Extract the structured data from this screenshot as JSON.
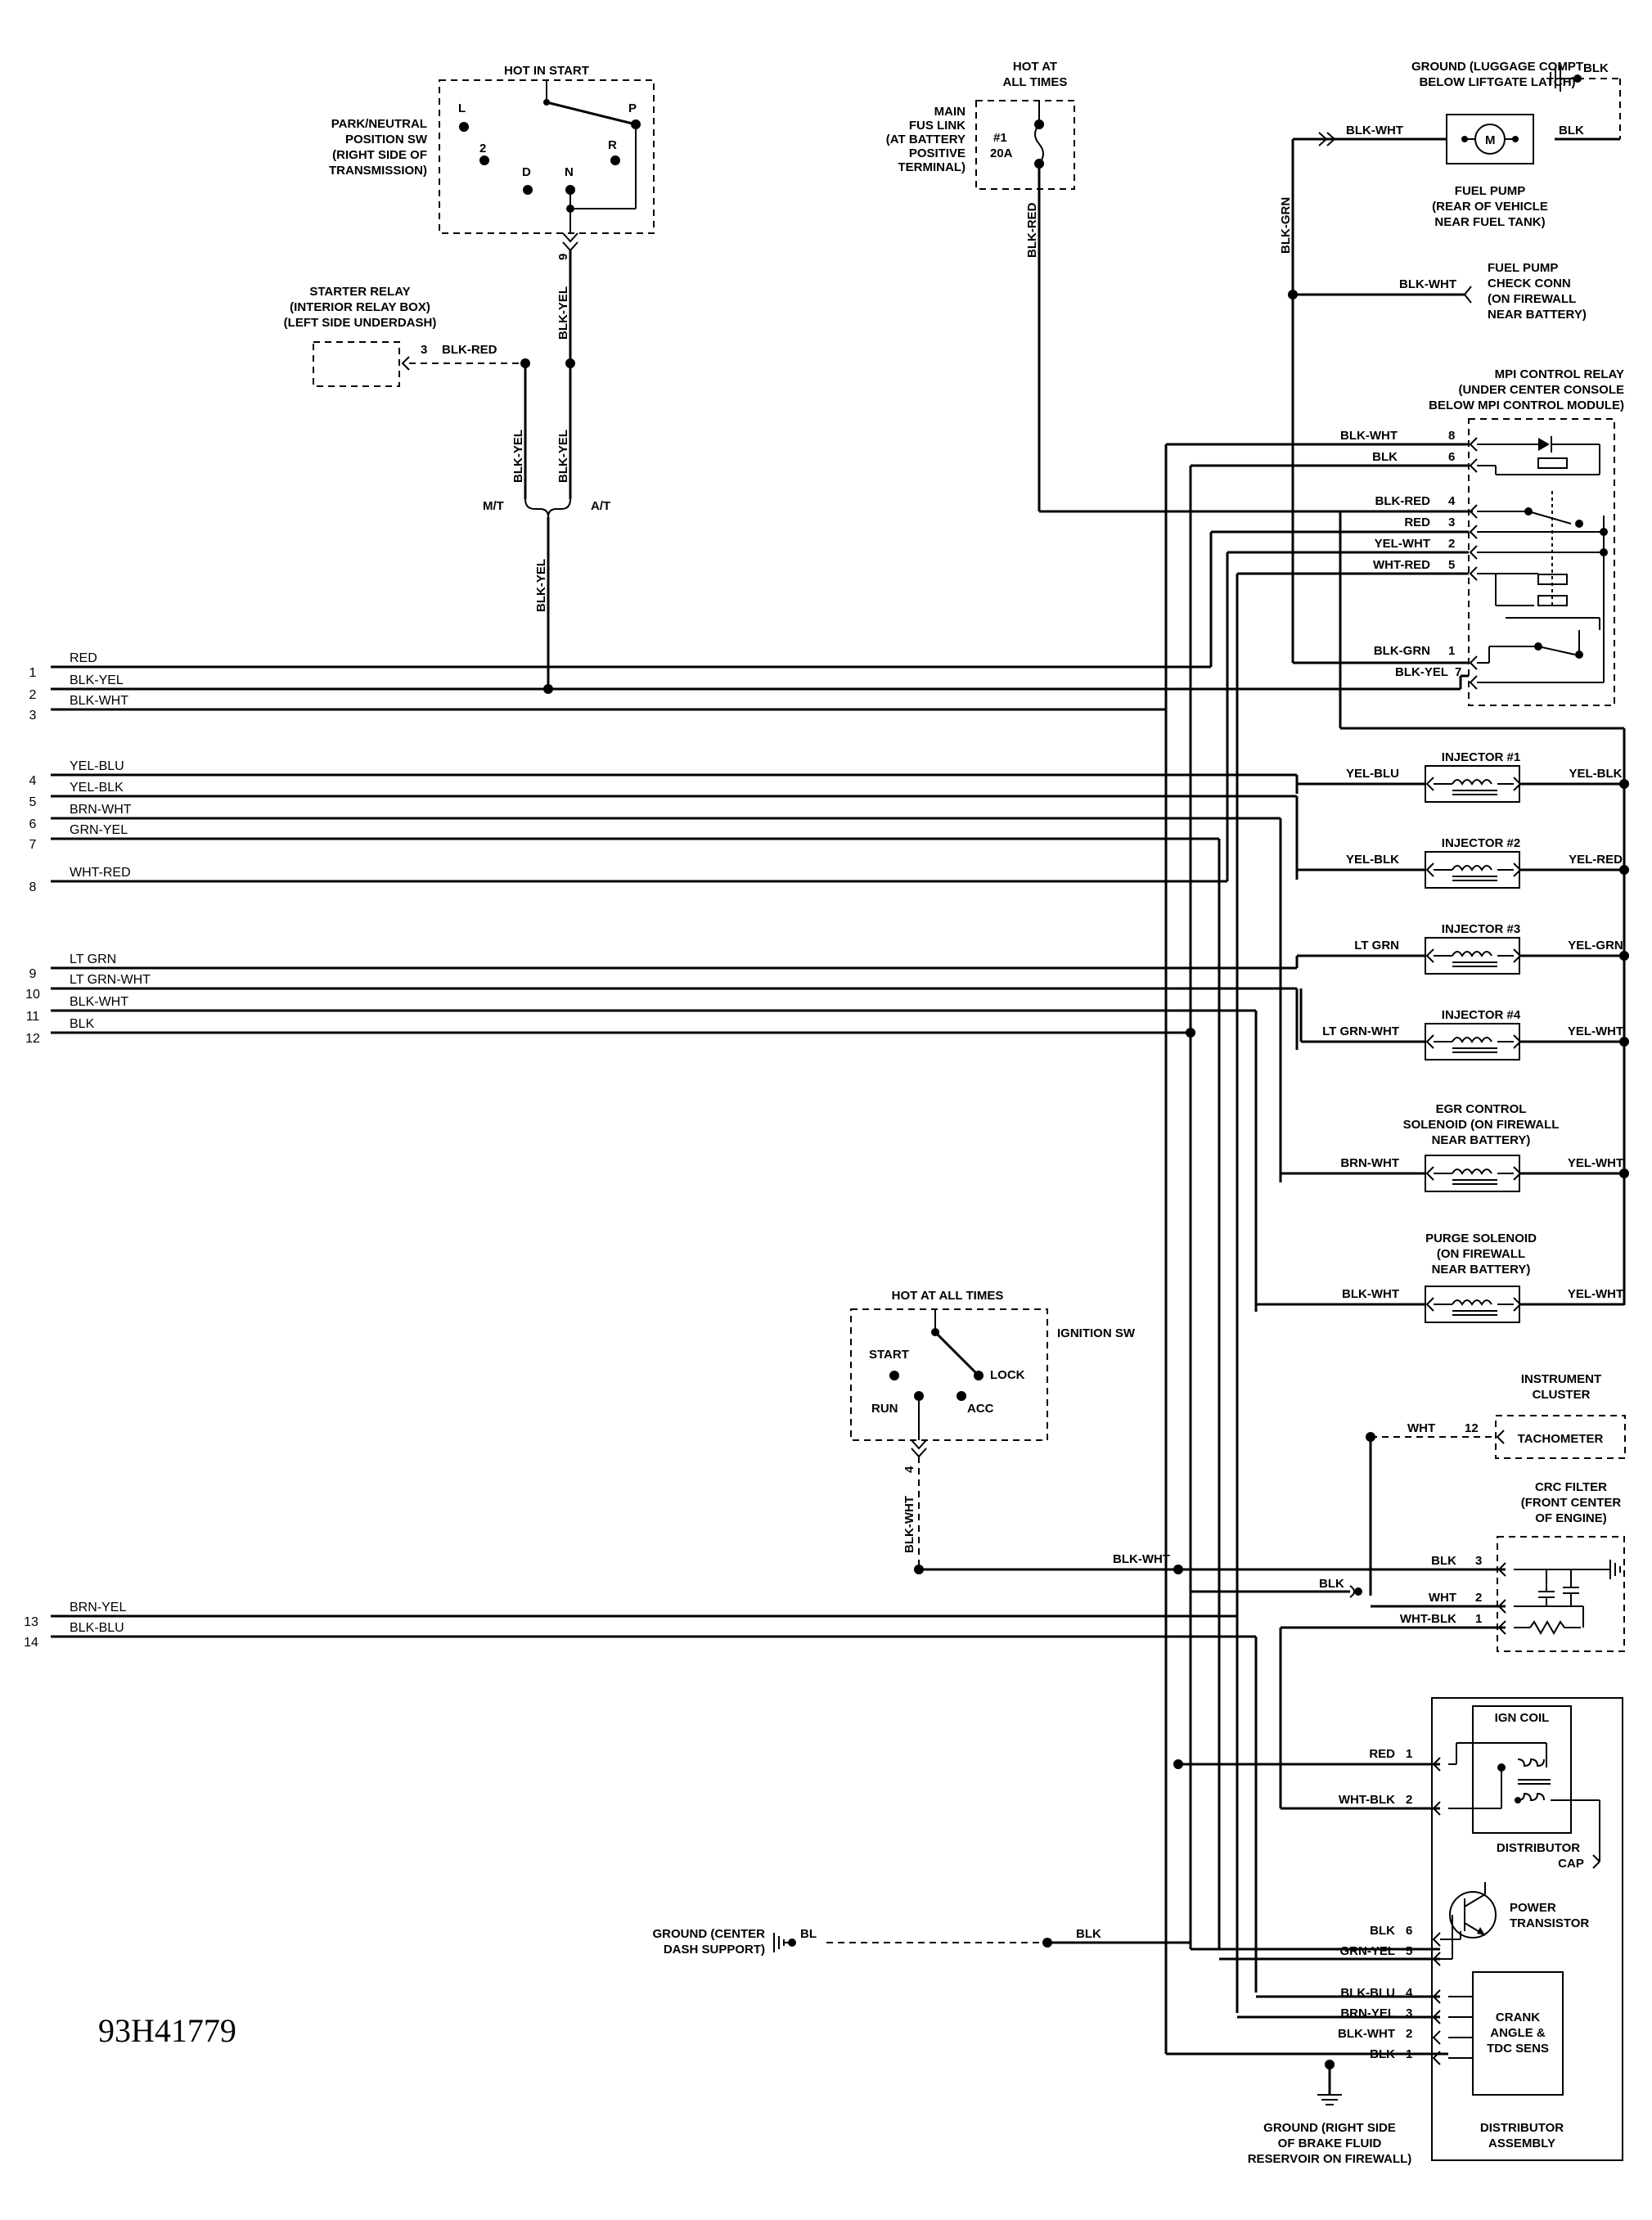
{
  "park_neutral": {
    "hot": "HOT IN START",
    "l1": "PARK/NEUTRAL",
    "l2": "POSITION SW",
    "l3": "(RIGHT SIDE OF",
    "l4": "TRANSMISSION)",
    "L": "L",
    "P": "P",
    "two": "2",
    "R": "R",
    "D": "D",
    "N": "N",
    "pin": "9",
    "wire": "BLK-YEL"
  },
  "starter_relay": {
    "l1": "STARTER RELAY",
    "l2": "(INTERIOR RELAY BOX)",
    "l3": "(LEFT SIDE UNDERDASH)",
    "pin": "3",
    "wire": "BLK-RED"
  },
  "trans": {
    "mt_wire": "BLK-YEL",
    "at_wire": "BLK-YEL",
    "mt": "M/T",
    "at": "A/T",
    "joined": "BLK-YEL"
  },
  "fuse": {
    "hot1": "HOT AT",
    "hot2": "ALL TIMES",
    "l1": "MAIN",
    "l2": "FUS LINK",
    "l3": "(AT BATTERY",
    "l4": "POSITIVE",
    "l5": "TERMINAL)",
    "num": "#1",
    "amp": "20A",
    "wire": "BLK-RED"
  },
  "fuel_pump": {
    "gnd1": "GROUND (LUGGAGE COMPT",
    "gnd2": "BELOW LIFTGATE LATCH)",
    "gnd_wire": "BLK",
    "in_wire": "BLK-WHT",
    "out_wire": "BLK",
    "motor": "M",
    "l1": "FUEL PUMP",
    "l2": "(REAR OF VEHICLE",
    "l3": "NEAR FUEL TANK)",
    "feed_wire": "BLK-GRN"
  },
  "check_conn": {
    "wire": "BLK-WHT",
    "l1": "FUEL PUMP",
    "l2": "CHECK CONN",
    "l3": "(ON FIREWALL",
    "l4": "NEAR BATTERY)"
  },
  "mpi_relay": {
    "l1": "MPI CONTROL RELAY",
    "l2": "(UNDER CENTER CONSOLE",
    "l3": "BELOW MPI CONTROL MODULE)",
    "pins": [
      {
        "wire": "BLK-WHT",
        "pin": "8"
      },
      {
        "wire": "BLK",
        "pin": "6"
      },
      {
        "wire": "BLK-RED",
        "pin": "4"
      },
      {
        "wire": "RED",
        "pin": "3"
      },
      {
        "wire": "YEL-WHT",
        "pin": "2"
      },
      {
        "wire": "WHT-RED",
        "pin": "5"
      },
      {
        "wire": "BLK-GRN",
        "pin": "1"
      },
      {
        "wire": "BLK-YEL",
        "pin": "7"
      }
    ]
  },
  "ecm_wires": [
    {
      "num": "1",
      "label": "RED"
    },
    {
      "num": "2",
      "label": "BLK-YEL"
    },
    {
      "num": "3",
      "label": "BLK-WHT"
    },
    {
      "num": "4",
      "label": "YEL-BLU"
    },
    {
      "num": "5",
      "label": "YEL-BLK"
    },
    {
      "num": "6",
      "label": "BRN-WHT"
    },
    {
      "num": "7",
      "label": "GRN-YEL"
    },
    {
      "num": "8",
      "label": "WHT-RED"
    },
    {
      "num": "9",
      "label": "LT GRN"
    },
    {
      "num": "10",
      "label": "LT GRN-WHT"
    },
    {
      "num": "11",
      "label": "BLK-WHT"
    },
    {
      "num": "12",
      "label": "BLK"
    },
    {
      "num": "13",
      "label": "BRN-YEL"
    },
    {
      "num": "14",
      "label": "BLK-BLU"
    }
  ],
  "solenoids": [
    {
      "t1": "INJECTOR #1",
      "t2": "",
      "t3": "",
      "left": "YEL-BLU",
      "right": "YEL-BLK"
    },
    {
      "t1": "INJECTOR #2",
      "t2": "",
      "t3": "",
      "left": "YEL-BLK",
      "right": "YEL-RED"
    },
    {
      "t1": "INJECTOR #3",
      "t2": "",
      "t3": "",
      "left": "LT GRN",
      "right": "YEL-GRN"
    },
    {
      "t1": "INJECTOR #4",
      "t2": "",
      "t3": "",
      "left": "LT GRN-WHT",
      "right": "YEL-WHT"
    },
    {
      "t1": "EGR CONTROL",
      "t2": "SOLENOID (ON FIREWALL",
      "t3": "NEAR BATTERY)",
      "left": "BRN-WHT",
      "right": "YEL-WHT"
    },
    {
      "t1": "PURGE SOLENOID",
      "t2": "(ON FIREWALL",
      "t3": "NEAR BATTERY)",
      "left": "BLK-WHT",
      "right": "YEL-WHT"
    }
  ],
  "ignition": {
    "hot": "HOT AT ALL TIMES",
    "title": "IGNITION SW",
    "start": "START",
    "lock": "LOCK",
    "run": "RUN",
    "acc": "ACC",
    "pin": "4",
    "wire": "BLK-WHT",
    "out_wire": "BLK-WHT"
  },
  "cluster": {
    "l1": "INSTRUMENT",
    "l2": "CLUSTER",
    "box": "TACHOMETER",
    "wire": "WHT",
    "pin": "12"
  },
  "crc": {
    "l1": "CRC FILTER",
    "l2": "(FRONT CENTER",
    "l3": "OF ENGINE)",
    "pins": [
      {
        "wire": "BLK",
        "pin": "3"
      },
      {
        "wire": "WHT",
        "pin": "2"
      },
      {
        "wire": "WHT-BLK",
        "pin": "1"
      }
    ],
    "blk": "BLK"
  },
  "ign_coil": {
    "title": "IGN COIL",
    "pins": [
      {
        "wire": "RED",
        "pin": "1"
      },
      {
        "wire": "WHT-BLK",
        "pin": "2"
      }
    ],
    "cap1": "DISTRIBUTOR",
    "cap2": "CAP"
  },
  "transistor": {
    "l1": "POWER",
    "l2": "TRANSISTOR",
    "pins": [
      {
        "wire": "BLK",
        "pin": "6"
      },
      {
        "wire": "GRN-YEL",
        "pin": "5"
      }
    ]
  },
  "crank": {
    "l1": "CRANK",
    "l2": "ANGLE &",
    "l3": "TDC SENS",
    "pins": [
      {
        "wire": "BLK-BLU",
        "pin": "4"
      },
      {
        "wire": "BRN-YEL",
        "pin": "3"
      },
      {
        "wire": "BLK-WHT",
        "pin": "2"
      },
      {
        "wire": "BLK",
        "pin": "1"
      }
    ]
  },
  "dist": {
    "l1": "DISTRIBUTOR",
    "l2": "ASSEMBLY"
  },
  "ground_dash": {
    "l1": "GROUND (CENTER",
    "l2": "DASH SUPPORT)",
    "wire": "BL",
    "wire2": "BLK"
  },
  "ground_fw": {
    "l1": "GROUND (RIGHT SIDE",
    "l2": "OF BRAKE FLUID",
    "l3": "RESERVOIR ON FIREWALL)"
  },
  "code": "93H41779"
}
